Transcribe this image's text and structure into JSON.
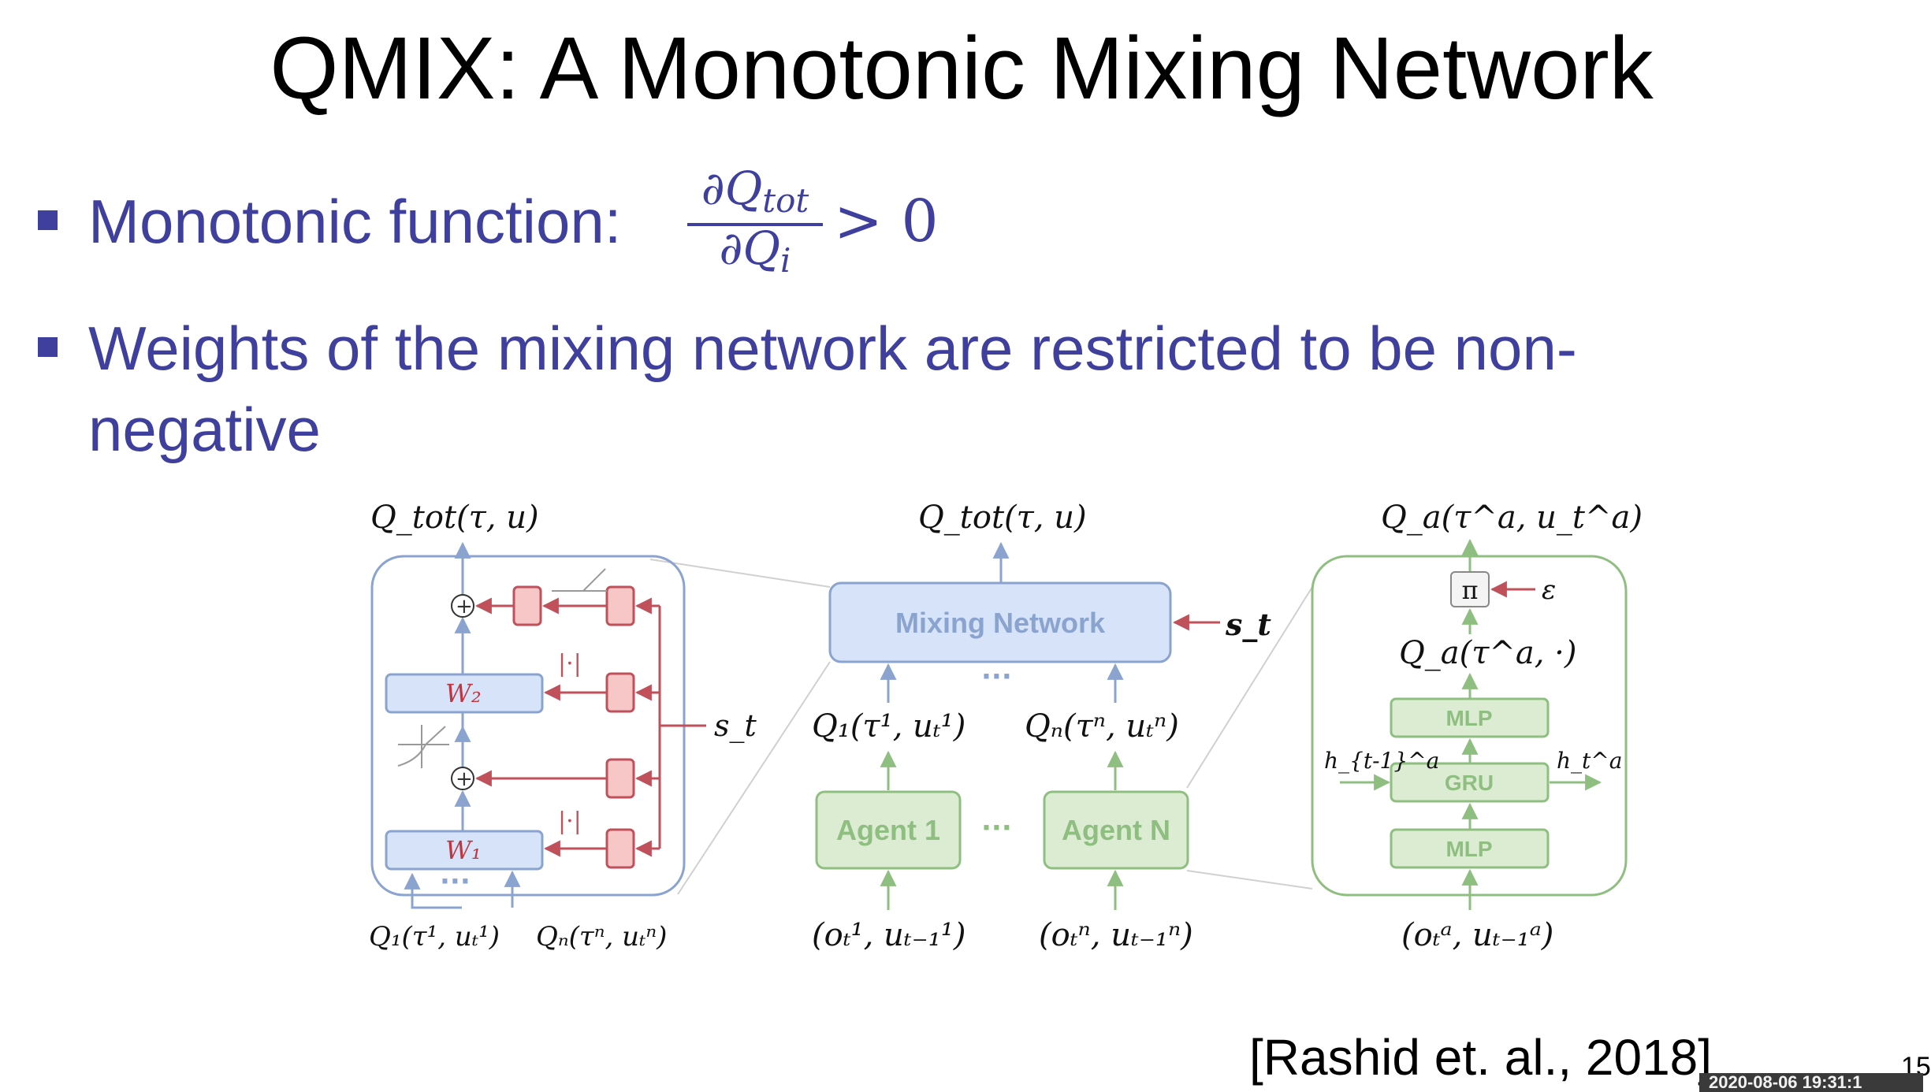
{
  "slide": {
    "title": "QMIX: A Monotonic Mixing Network",
    "bullets": [
      {
        "prefix": "Monotonic function: ",
        "fraction_num": "∂Q",
        "fraction_num_sub": "tot",
        "fraction_den": "∂Q",
        "fraction_den_sub": "i",
        "suffix": "> 0"
      },
      {
        "line1": "Weights of the mixing network are restricted to be non-",
        "line2": "negative"
      }
    ],
    "citation": "[Rashid et. al., 2018]",
    "page_number": "15",
    "timestamp": "2020-08-06 19:31:1"
  },
  "diagram": {
    "left_panel": {
      "output_label": "Q_tot(τ, u)",
      "w2_label": "W₂",
      "w1_label": "W₁",
      "abs_label_top": "|·|",
      "abs_label_bottom": "|·|",
      "plus_sign": "+",
      "state_label": "s_t",
      "ellipsis": "···",
      "input_q1": "Q₁(τ¹, uₜ¹)",
      "input_qn": "Qₙ(τⁿ, uₜⁿ)"
    },
    "middle_panel": {
      "output_label": "Q_tot(τ, u)",
      "mixing_network_label": "Mixing Network",
      "state_label": "s_t",
      "ellipsis_top": "···",
      "q1_label": "Q₁(τ¹, uₜ¹)",
      "qn_label": "Qₙ(τⁿ, uₜⁿ)",
      "agent1_label": "Agent 1",
      "agentn_label": "Agent N",
      "ellipsis_agents": "···",
      "obs1_label": "(oₜ¹, uₜ₋₁¹)",
      "obsn_label": "(oₜⁿ, uₜ₋₁ⁿ)"
    },
    "right_panel": {
      "output_label": "Q_a(τ^a, u_t^a)",
      "pi_label": "π",
      "epsilon_label": "ε",
      "qa_label": "Q_a(τ^a, ·)",
      "mlp_top_label": "MLP",
      "gru_label": "GRU",
      "mlp_bottom_label": "MLP",
      "h_in_label": "h_{t-1}^a",
      "h_out_label": "h_t^a",
      "obs_label": "(oₜᵃ, uₜ₋₁ᵃ)"
    },
    "colors": {
      "blue_line": "#8aa3cf",
      "blue_fill": "#d6e3f8",
      "green_line": "#8fbf80",
      "green_fill": "#dcecd3",
      "red_line": "#c0505a",
      "red_fill": "#f7c6c6",
      "bullet_text": "#3f3f9e"
    }
  }
}
